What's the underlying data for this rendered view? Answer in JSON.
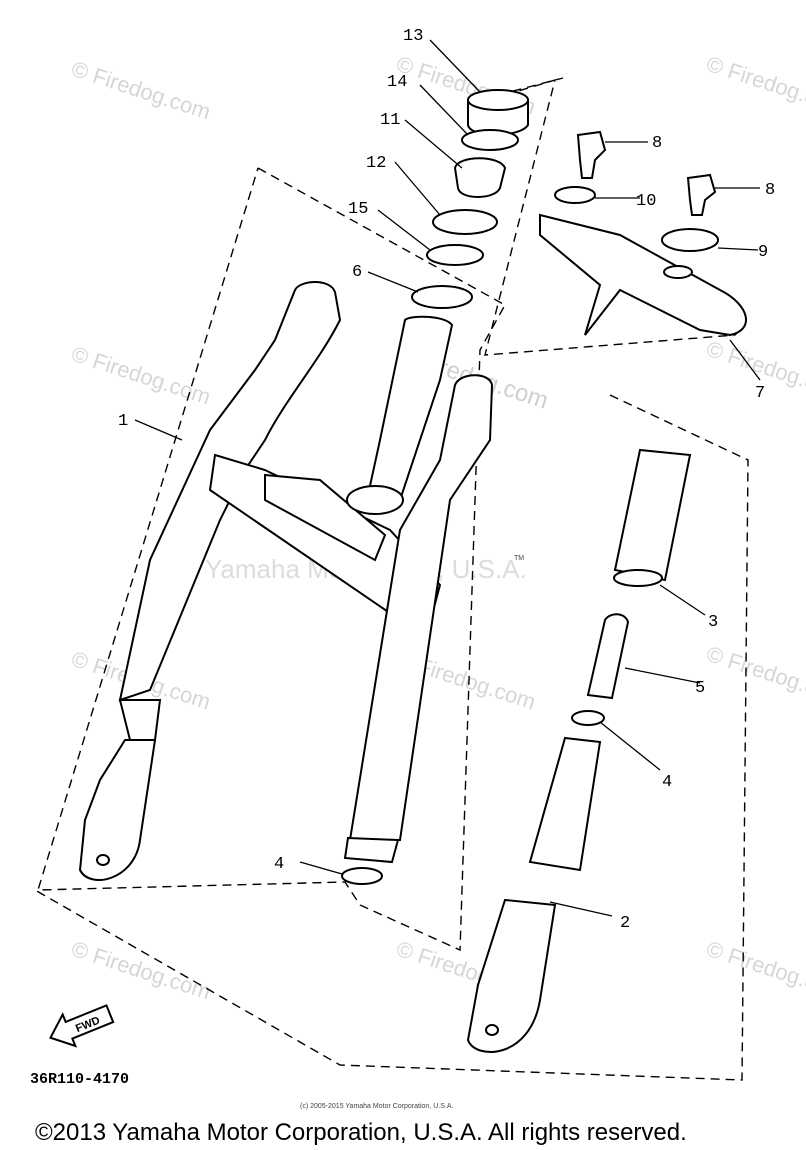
{
  "watermarks": {
    "tile_text": "© Firedog.com",
    "center_text": "Yamaha Motor Corp, U.S.A.",
    "tm": "TM"
  },
  "callouts": [
    "13",
    "14",
    "11",
    "12",
    "15",
    "6",
    "8",
    "10",
    "8",
    "9",
    "7",
    "1",
    "3",
    "5",
    "4",
    "4",
    "2"
  ],
  "fwd_label": "FWD",
  "diagram_code": "36R110-4170",
  "small_copyright": "(c) 2005-2015 Yamaha Motor Corporation, U.S.A.",
  "footer_copyright": "©2013 Yamaha Motor Corporation, U.S.A. All rights reserved."
}
